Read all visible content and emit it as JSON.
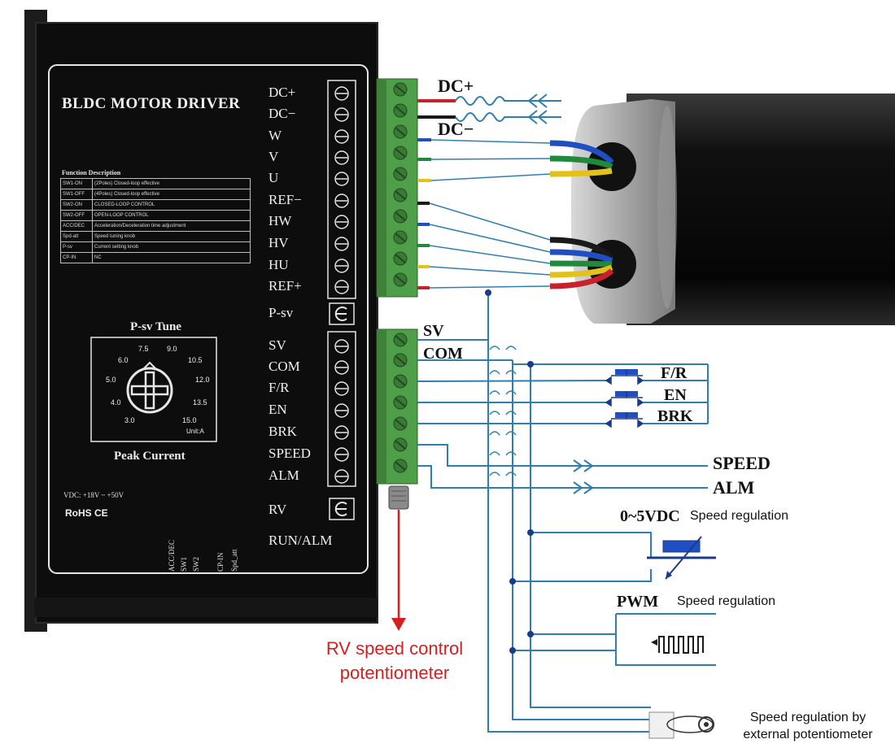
{
  "driver": {
    "title": "BLDC MOTOR DRIVER",
    "function_table": {
      "heading": "Function Description",
      "rows": [
        [
          "SW1-ON",
          "(2Poles) Closed-loop effective"
        ],
        [
          "SW1-OFF",
          "(4Poles) Closed-loop effective"
        ],
        [
          "SW2-ON",
          "CLOSED-LOOP CONTROL"
        ],
        [
          "SW2-OFF",
          "OPEN-LOOP CONTROL"
        ],
        [
          "ACC/DEC",
          "Acceleration/Deceleration time adjustment"
        ],
        [
          "Spd-att",
          "Speed tuning knob"
        ],
        [
          "P-sv",
          "Current setting knob"
        ],
        [
          "CP-IN",
          "NC"
        ]
      ]
    },
    "ptune_title": "P-sv Tune",
    "dial_values": [
      "7.5",
      "9.0",
      "10.5",
      "12.0",
      "13.5",
      "15.0",
      "3.0",
      "4.0",
      "5.0",
      "6.0"
    ],
    "unit": "Unit:A",
    "peak_label": "Peak Current",
    "vdc": "VDC: +18V ~ +50V",
    "rohs": "RoHS CE",
    "dip_labels": [
      "ACC/DEC",
      "SW1",
      "SW2",
      "CP-IN",
      "Spd_att"
    ],
    "terminals_top": [
      "DC+",
      "DC−",
      "W",
      "V",
      "U",
      "REF−",
      "HW",
      "HV",
      "HU",
      "REF+"
    ],
    "psv": "P-sv",
    "terminals_bottom": [
      "SV",
      "COM",
      "F/R",
      "EN",
      "BRK",
      "SPEED",
      "ALM"
    ],
    "rv": "RV",
    "run_alm": "RUN/ALM"
  },
  "wiring": {
    "dc_plus": "DC+",
    "dc_minus": "DC−",
    "sv": "SV",
    "com": "COM",
    "switches": [
      "F/R",
      "EN",
      "BRK"
    ],
    "speed": "SPEED",
    "alm": "ALM",
    "vdc_range": "0~5VDC",
    "speed_regulation": "Speed regulation",
    "pwm": "PWM",
    "pwm_speed_regulation": "Speed regulation",
    "ext_pot_line1": "Speed regulation by",
    "ext_pot_line2": "external potentiometer",
    "rv_note_line1": "RV speed control",
    "rv_note_line2": "potentiometer"
  },
  "colors": {
    "driver_body": "#0d0d0d",
    "terminal_green": "#4f9e4a",
    "wire_blue": "#2e7fb0",
    "arrow_red": "#d42020",
    "wire_red": "#c8202c",
    "wire_black": "#1a1a1a",
    "wire_yellow": "#e2c21a",
    "wire_green": "#1f8a3c",
    "wire_blue_hall": "#1f4fc2"
  }
}
